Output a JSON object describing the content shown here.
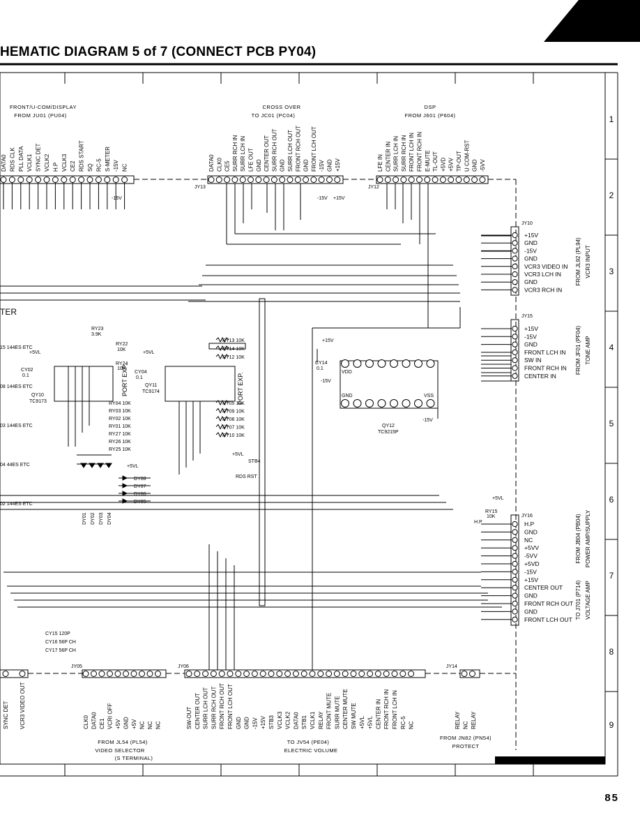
{
  "title": "HEMATIC DIAGRAM 5 of 7 (CONNECT PCB PY04)",
  "page_number": "85",
  "row_numbers": [
    "1",
    "2",
    "3",
    "4",
    "5",
    "6",
    "7",
    "8",
    "9"
  ],
  "top_blocks": {
    "front": {
      "line1": "FRONT/U-COM/DISPLAY",
      "line2": "FROM JU01 (PU04)"
    },
    "crossover": {
      "line1": "CROSS OVER",
      "line2": "TO JC01 (PC04)"
    },
    "dsp": {
      "line1": "DSP",
      "line2": "FROM J601 (P604)"
    }
  },
  "front_pins": [
    "DATA0",
    "RDS CLK",
    "PLL DATA",
    "VCLK1",
    "SYNC DET",
    "VCLK2",
    "H.P",
    "VCLK3",
    "CE2",
    "RDS START",
    "SQ",
    "RC-5",
    "S-METER",
    "-15V",
    "NC"
  ],
  "jy13": {
    "id": "JY13",
    "pins": [
      "DATA0",
      "CLK0",
      "CE5",
      "SURR RCH IN",
      "SURR LCH IN",
      "LFE OUT",
      "GND",
      "CENTER OUT",
      "SURR RCH OUT",
      "GND",
      "SURR LCH OUT",
      "FRONT RCH OUT",
      "GND",
      "FRONT LCH OUT",
      "-15V",
      "GND",
      "+15V"
    ]
  },
  "jy12": {
    "id": "JY12",
    "pins": [
      "LFE IN",
      "CENTER IN",
      "SURR LCH IN",
      "SURR RCH IN",
      "FRONT LCH IN",
      "FRONT RCH IN",
      "E-MUTE",
      "TL-OUT",
      "+5VD",
      "+5VV",
      "TP-OUT",
      "U COM-RST",
      "GND",
      "-5VV"
    ]
  },
  "jy10": {
    "id": "JY10",
    "pins": [
      "+15V",
      "GND",
      "-15V",
      "GND",
      "VCR3 VIDEO IN",
      "VCR3 LCH IN",
      "GND",
      "VCR3 RCH IN"
    ],
    "side1": "FROM JL92 (PL94)",
    "side2": "VCR3 INPUT"
  },
  "jy15": {
    "id": "JY15",
    "pins": [
      "+15V",
      "-15V",
      "GND",
      "FRONT LCH IN",
      "SW IN",
      "FRONT RCH IN",
      "CENTER IN"
    ],
    "side1": "FROM JF01 (PF04)",
    "side2": "TONE AMP"
  },
  "jy16": {
    "id": "JY16",
    "pins": [
      "H.P",
      "GND",
      "NC",
      "+5VV",
      "-5VV",
      "+5VD",
      "-15V",
      "+15V",
      "CENTER OUT",
      "GND",
      "FRONT RCH OUT",
      "GND",
      "FRONT LCH OUT"
    ],
    "side1": "FROM JB04 (PB04)",
    "side2": "POWER AMP/SUPPLY",
    "side3": "TO J701 (P714)",
    "side4": "VOLTAGE AMP"
  },
  "jy05": {
    "id": "JY05",
    "pins": [
      "CLK0",
      "DATA0",
      "CE1",
      "VCRI OFF",
      "+5V",
      "GND",
      "+5V",
      "NC",
      "NC",
      "NC"
    ],
    "label1": "FROM JL54 (PL54)",
    "label2": "VIDEO SELECTOR",
    "label3": "(S TERMINAL)"
  },
  "jy06": {
    "id": "JY06",
    "pins": [
      "SW-OUT",
      "CENTER OUT",
      "SURR LCH OUT",
      "SURR RCH OUT",
      "FRONT RCH OUT",
      "FRONT LCH OUT",
      "GND",
      "GND",
      "-15V",
      "+15V",
      "STB3",
      "VCLK3",
      "VCLK2",
      "DATA0",
      "STB1",
      "VCLK1",
      "RELAY",
      "FRONT MUTE",
      "SURR MUTE",
      "CENTER MUTE",
      "SW MUTE",
      "+5VL",
      "+5VL",
      "CENTER IN",
      "FRONT RCH IN",
      "FRONT LCH IN",
      "RC-5",
      "NC"
    ],
    "label1": "TO JV54 (PE04)",
    "label2": "ELECTRIC VOLUME"
  },
  "jy14": {
    "id": "JY14",
    "pins": [
      "RELAY",
      "NC",
      "RELAY"
    ],
    "label1": "FROM JN82 (PN54)",
    "label2": "PROTECT"
  },
  "left_pins": [
    "SYNC DET",
    "VCR3 VIDEO OUT"
  ],
  "ics": {
    "qy10": {
      "ref": "QY10",
      "part": "TC9173"
    },
    "qy11": {
      "ref": "QY11",
      "part": "TC9174"
    },
    "qy12": {
      "ref": "QY12",
      "part": "TC9215P"
    },
    "port_exp": "PORT EXP.",
    "port_exp2": "PORT EXP."
  },
  "small_labels": {
    "ter": "TER",
    "ry23": "RY23",
    "ry23v": "3.9K",
    "ry22": "RY22",
    "ry22v": "10K",
    "ry24": "RY24",
    "ry24v": "10K",
    "ry15": "RY15",
    "ry15v": "10K",
    "cy02": "CY02",
    "cy02v": "0.1",
    "cy04": "CY04",
    "cy04v": "0.1",
    "cy14": "CY14",
    "cy14v": "0.1",
    "cy15": "CY15 120P",
    "cy16": "CY16 56P CH",
    "cy17": "CY17 56P CH",
    "p5vl": "+5VL",
    "p15v": "+15V",
    "m15v": "-15V",
    "vdd": "VDD",
    "vss": "VSS",
    "gnd": "GND",
    "stb4": "STB4",
    "rds_rst": "RDS RST",
    "hp": "H.P",
    "p5vv": "+5VV",
    "m5vv": "-5VV",
    "p5vd": "+5VD"
  },
  "resistors_right": [
    "RY13 10K",
    "RY14 10K",
    "RY12 10K",
    "RY05 10K",
    "RY09 10K",
    "RY08 10K",
    "RY07 10K",
    "RY10 10K"
  ],
  "resistors_left": [
    "RY04 10K",
    "RY03 10K",
    "RY02 10K",
    "RY01 10K",
    "RY27 10K",
    "RY26 10K",
    "RY25 10K"
  ],
  "diodes": [
    "DY08",
    "DY07",
    "DY06",
    "DY05",
    "DY01",
    "DY02",
    "DY03",
    "DY04"
  ],
  "left_ics": [
    "15 144ES ETC",
    "08 144ES ETC",
    "03 144ES ETC",
    "04 44ES ETC",
    "02 144ES ETC"
  ]
}
